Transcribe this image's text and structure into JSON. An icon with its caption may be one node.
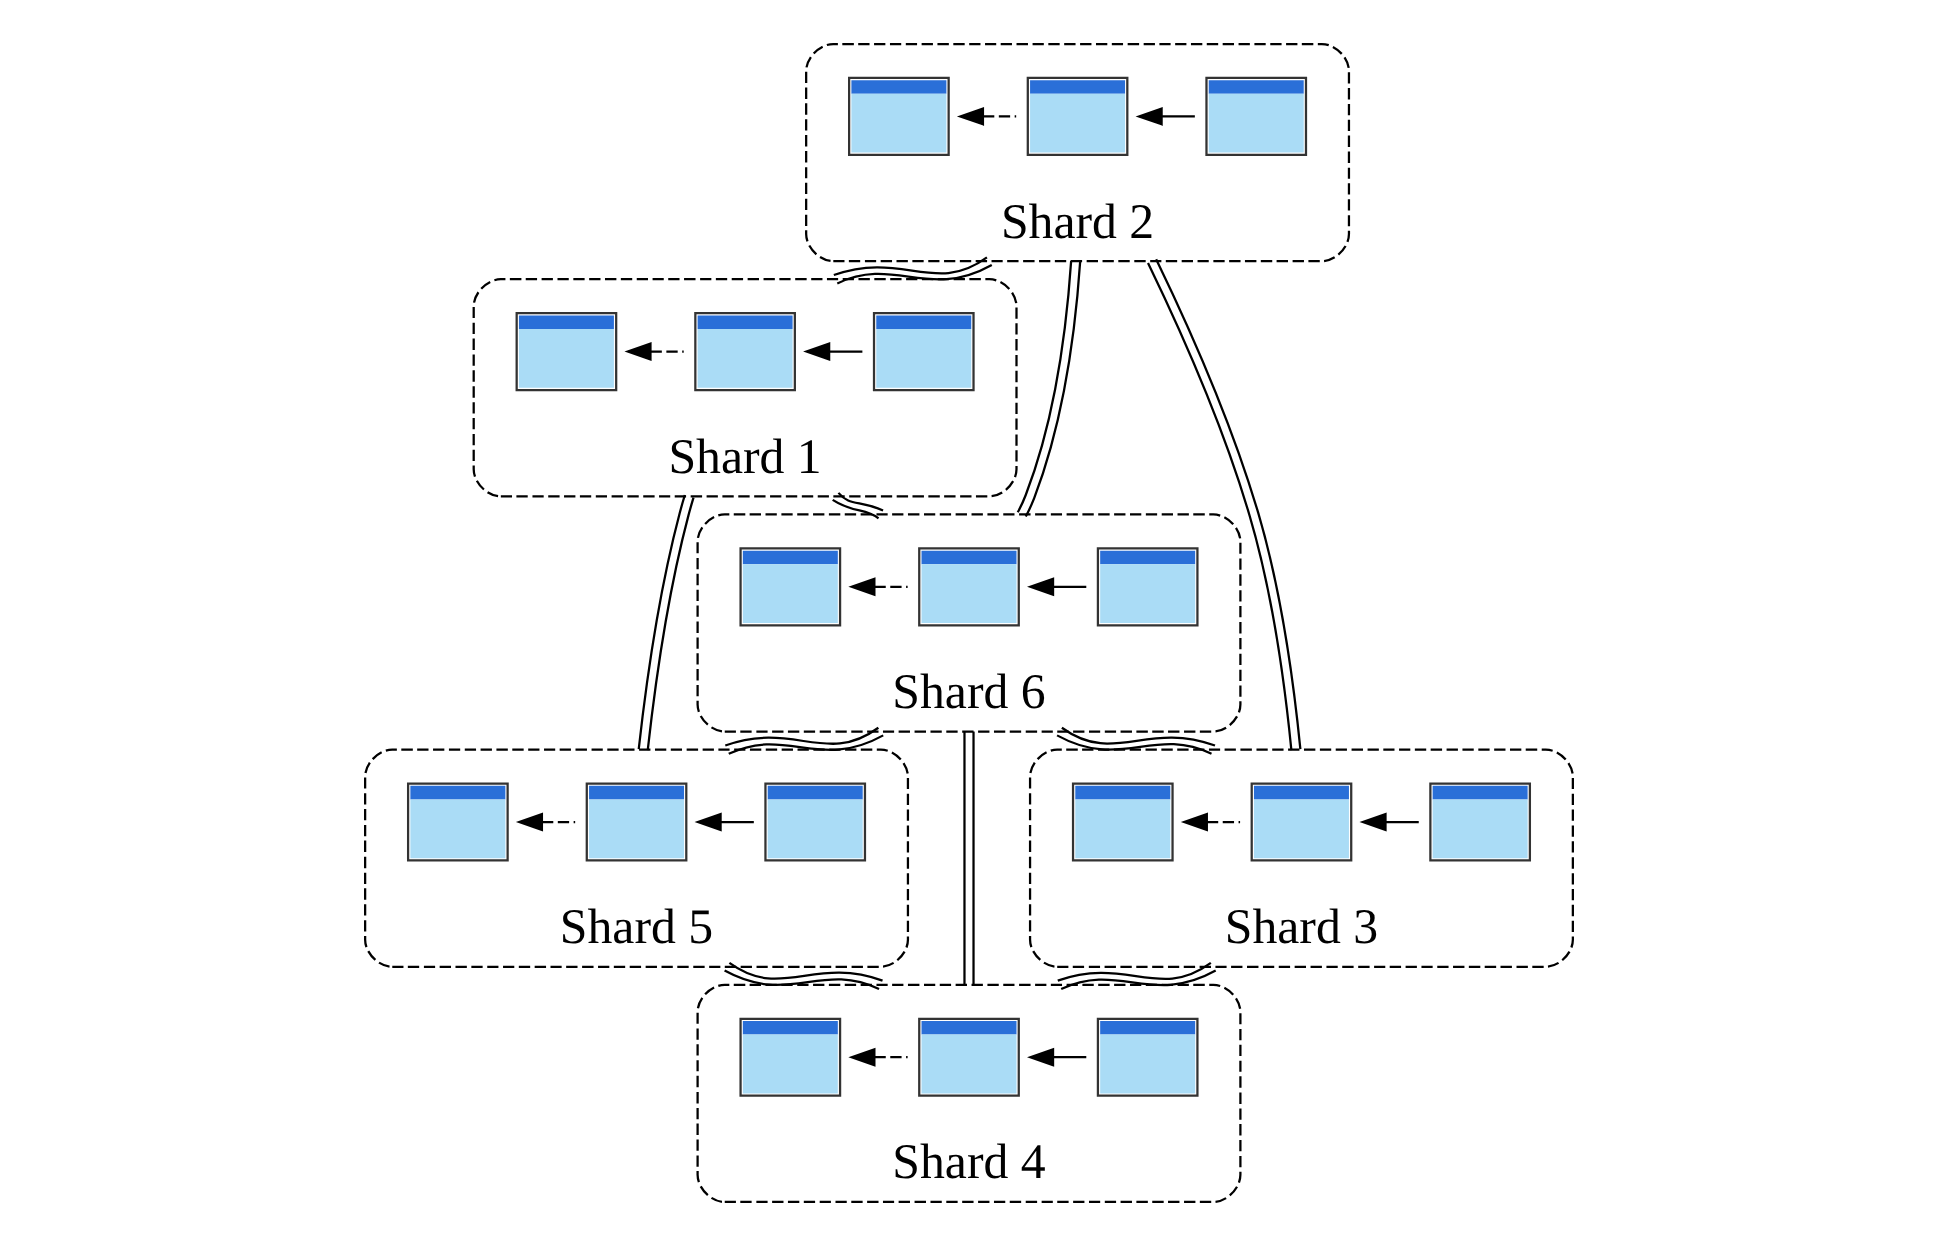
{
  "diagram": {
    "nodes": [
      {
        "text": [
          "Shard 2"
        ]
      },
      {
        "text": [],
        "shape": "box",
        "in": 0
      },
      {
        "text": [],
        "shape": "box",
        "in": 0
      },
      {
        "text": [],
        "shape": "box",
        "in": 0
      },
      {
        "text": [
          "Shard 1"
        ]
      },
      {
        "text": [],
        "shape": "box",
        "in": 4
      },
      {
        "text": [],
        "shape": "box",
        "in": 4
      },
      {
        "text": [],
        "shape": "box",
        "in": 4
      },
      {
        "text": [
          "Shard 3"
        ]
      },
      {
        "text": [],
        "shape": "box",
        "in": 8
      },
      {
        "text": [],
        "shape": "box",
        "in": 8
      },
      {
        "text": [],
        "shape": "box",
        "in": 8
      },
      {
        "text": [
          "Shard 6"
        ]
      },
      {
        "text": [],
        "shape": "box",
        "in": 12
      },
      {
        "text": [],
        "shape": "box",
        "in": 12
      },
      {
        "text": [],
        "shape": "box",
        "in": 12
      },
      {
        "text": [
          "Shard 5"
        ]
      },
      {
        "text": [],
        "shape": "box",
        "in": 16
      },
      {
        "text": [],
        "shape": "box",
        "in": 16
      },
      {
        "text": [],
        "shape": "box",
        "in": 16
      },
      {
        "text": [
          "Shard 4"
        ]
      },
      {
        "text": [],
        "shape": "box",
        "in": 20
      },
      {
        "text": [],
        "shape": "box",
        "in": 20
      },
      {
        "text": [],
        "shape": "box",
        "in": 20
      }
    ],
    "edges": [
      {
        "from": 2,
        "to": 1,
        "arrow": "to",
        "style": "dashed"
      },
      {
        "from": 3,
        "to": 2,
        "arrow": "to"
      },
      {
        "from": 6,
        "to": 5,
        "arrow": "to",
        "style": "dashed"
      },
      {
        "from": 7,
        "to": 6,
        "arrow": "to"
      },
      {
        "from": 10,
        "to": 9,
        "arrow": "to",
        "style": "dashed"
      },
      {
        "from": 11,
        "to": 10,
        "arrow": "to"
      },
      {
        "from": 14,
        "to": 13,
        "arrow": "to",
        "style": "dashed"
      },
      {
        "from": 15,
        "to": 14,
        "arrow": "to"
      },
      {
        "from": 18,
        "to": 17,
        "arrow": "to",
        "style": "dashed"
      },
      {
        "from": 19,
        "to": 18,
        "arrow": "to"
      },
      {
        "from": 22,
        "to": 21,
        "arrow": "to",
        "style": "dashed"
      },
      {
        "from": 23,
        "to": 22,
        "arrow": "to"
      },
      {
        "from": 0,
        "to": 4,
        "arrow": "none"
      },
      {
        "from": 0,
        "to": 8,
        "arrow": "none"
      },
      {
        "from": 0,
        "to": 12,
        "arrow": "none"
      },
      {
        "from": 4,
        "to": 12,
        "arrow": "none"
      },
      {
        "from": 12,
        "to": 8,
        "arrow": "none"
      },
      {
        "from": 4,
        "to": 16,
        "arrow": "none"
      },
      {
        "from": 12,
        "to": 16,
        "arrow": "none"
      },
      {
        "from": 12,
        "to": 20,
        "arrow": "none"
      },
      {
        "from": 8,
        "to": 20,
        "arrow": "none"
      },
      {
        "from": 16,
        "to": 20,
        "arrow": "none"
      }
    ]
  }
}
